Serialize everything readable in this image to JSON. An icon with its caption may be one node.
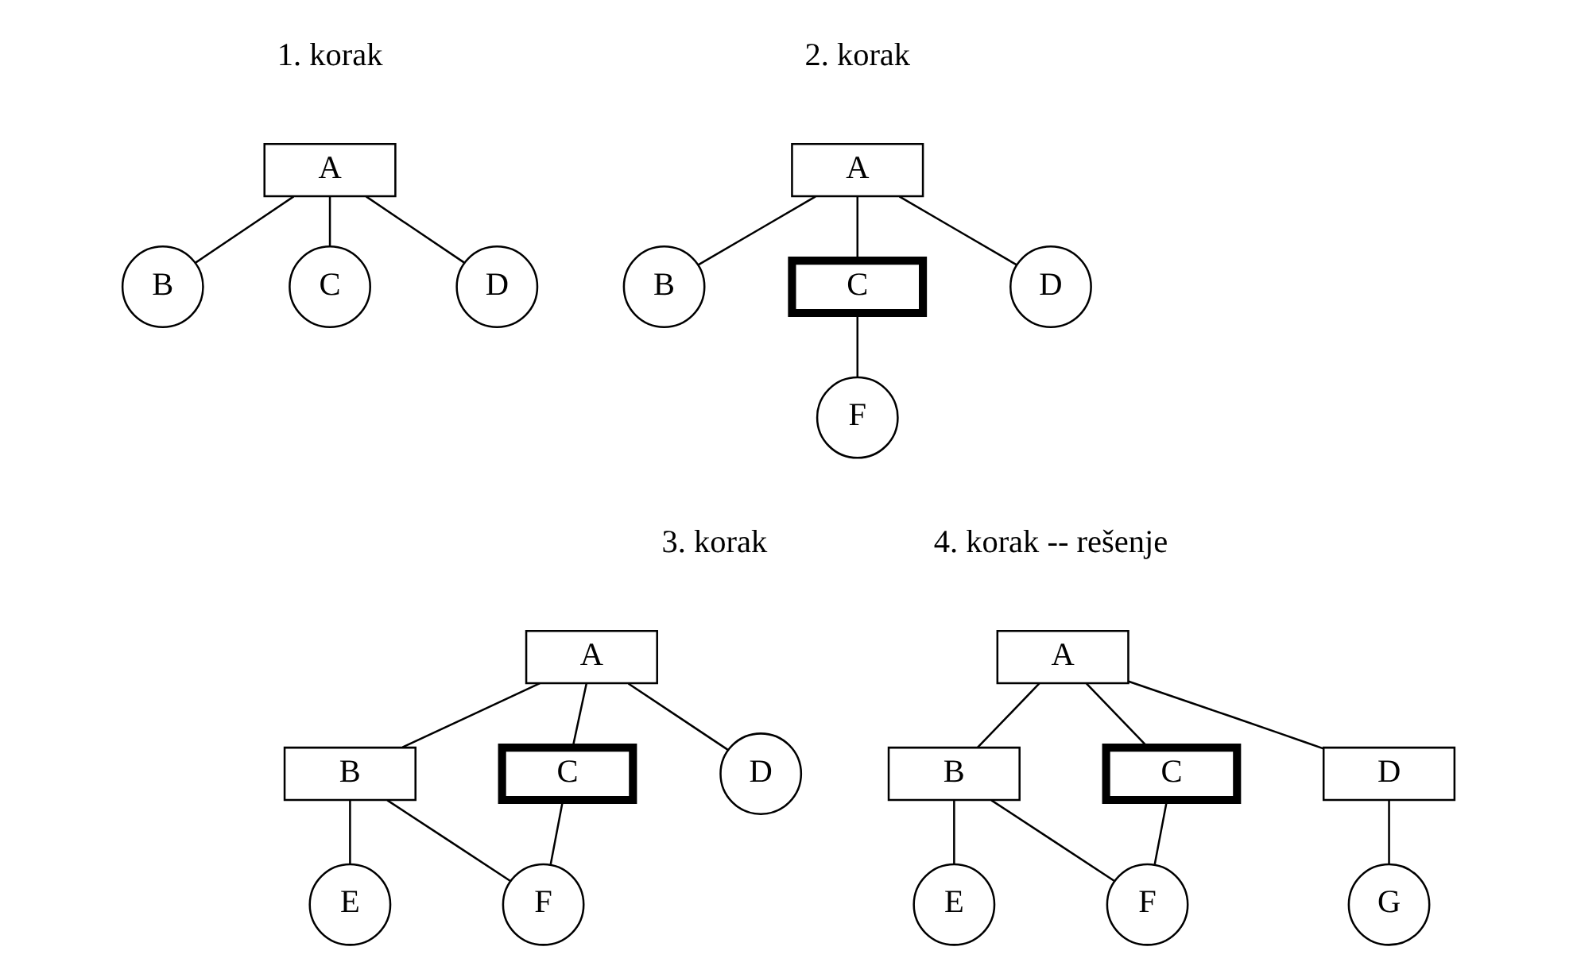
{
  "diagram": {
    "nodes": [
      {
        "text": [
          "A"
        ]
      },
      {
        "text": [
          "B"
        ]
      },
      {
        "text": [
          "C"
        ]
      },
      {
        "text": [
          "D"
        ]
      },
      {
        "text": [
          "A"
        ]
      },
      {
        "text": [
          "B"
        ]
      },
      {
        "text": [
          "C"
        ]
      },
      {
        "text": [
          "D"
        ]
      },
      {
        "text": [
          "F"
        ]
      },
      {
        "text": [
          "A"
        ]
      },
      {
        "text": [
          "B"
        ]
      },
      {
        "text": [
          "C"
        ]
      },
      {
        "text": [
          "D"
        ]
      },
      {
        "text": [
          "E"
        ]
      },
      {
        "text": [
          "F"
        ]
      },
      {
        "text": [
          "A"
        ]
      },
      {
        "text": [
          "B"
        ]
      },
      {
        "text": [
          "C"
        ]
      },
      {
        "text": [
          "D"
        ]
      },
      {
        "text": [
          "E"
        ]
      },
      {
        "text": [
          "F"
        ]
      },
      {
        "text": [
          "G"
        ]
      }
    ],
    "edges": [
      {
        "from": 0,
        "to": 1,
        "arrow": "none"
      },
      {
        "from": 0,
        "to": 2,
        "arrow": "none"
      },
      {
        "from": 0,
        "to": 3,
        "arrow": "none"
      },
      {
        "from": 4,
        "to": 5,
        "arrow": "none"
      },
      {
        "from": 4,
        "to": 6,
        "arrow": "none"
      },
      {
        "from": 4,
        "to": 7,
        "arrow": "none"
      },
      {
        "from": 6,
        "to": 8,
        "arrow": "none"
      },
      {
        "from": 9,
        "to": 10,
        "arrow": "none"
      },
      {
        "from": 9,
        "to": 11,
        "arrow": "none"
      },
      {
        "from": 9,
        "to": 12,
        "arrow": "none"
      },
      {
        "from": 10,
        "to": 13,
        "arrow": "none"
      },
      {
        "from": 10,
        "to": 14,
        "arrow": "none"
      },
      {
        "from": 11,
        "to": 14,
        "arrow": "none"
      },
      {
        "from": 15,
        "to": 16,
        "arrow": "none"
      },
      {
        "from": 15,
        "to": 17,
        "arrow": "none"
      },
      {
        "from": 15,
        "to": 18,
        "arrow": "none"
      },
      {
        "from": 16,
        "to": 19,
        "arrow": "none"
      },
      {
        "from": 16,
        "to": 20,
        "arrow": "none"
      },
      {
        "from": 17,
        "to": 20,
        "arrow": "none"
      },
      {
        "from": 18,
        "to": 21,
        "arrow": "none"
      }
    ],
    "labels": [
      "1. korak",
      "2. korak",
      "3. korak",
      "4. korak -- rešenje"
    ]
  }
}
